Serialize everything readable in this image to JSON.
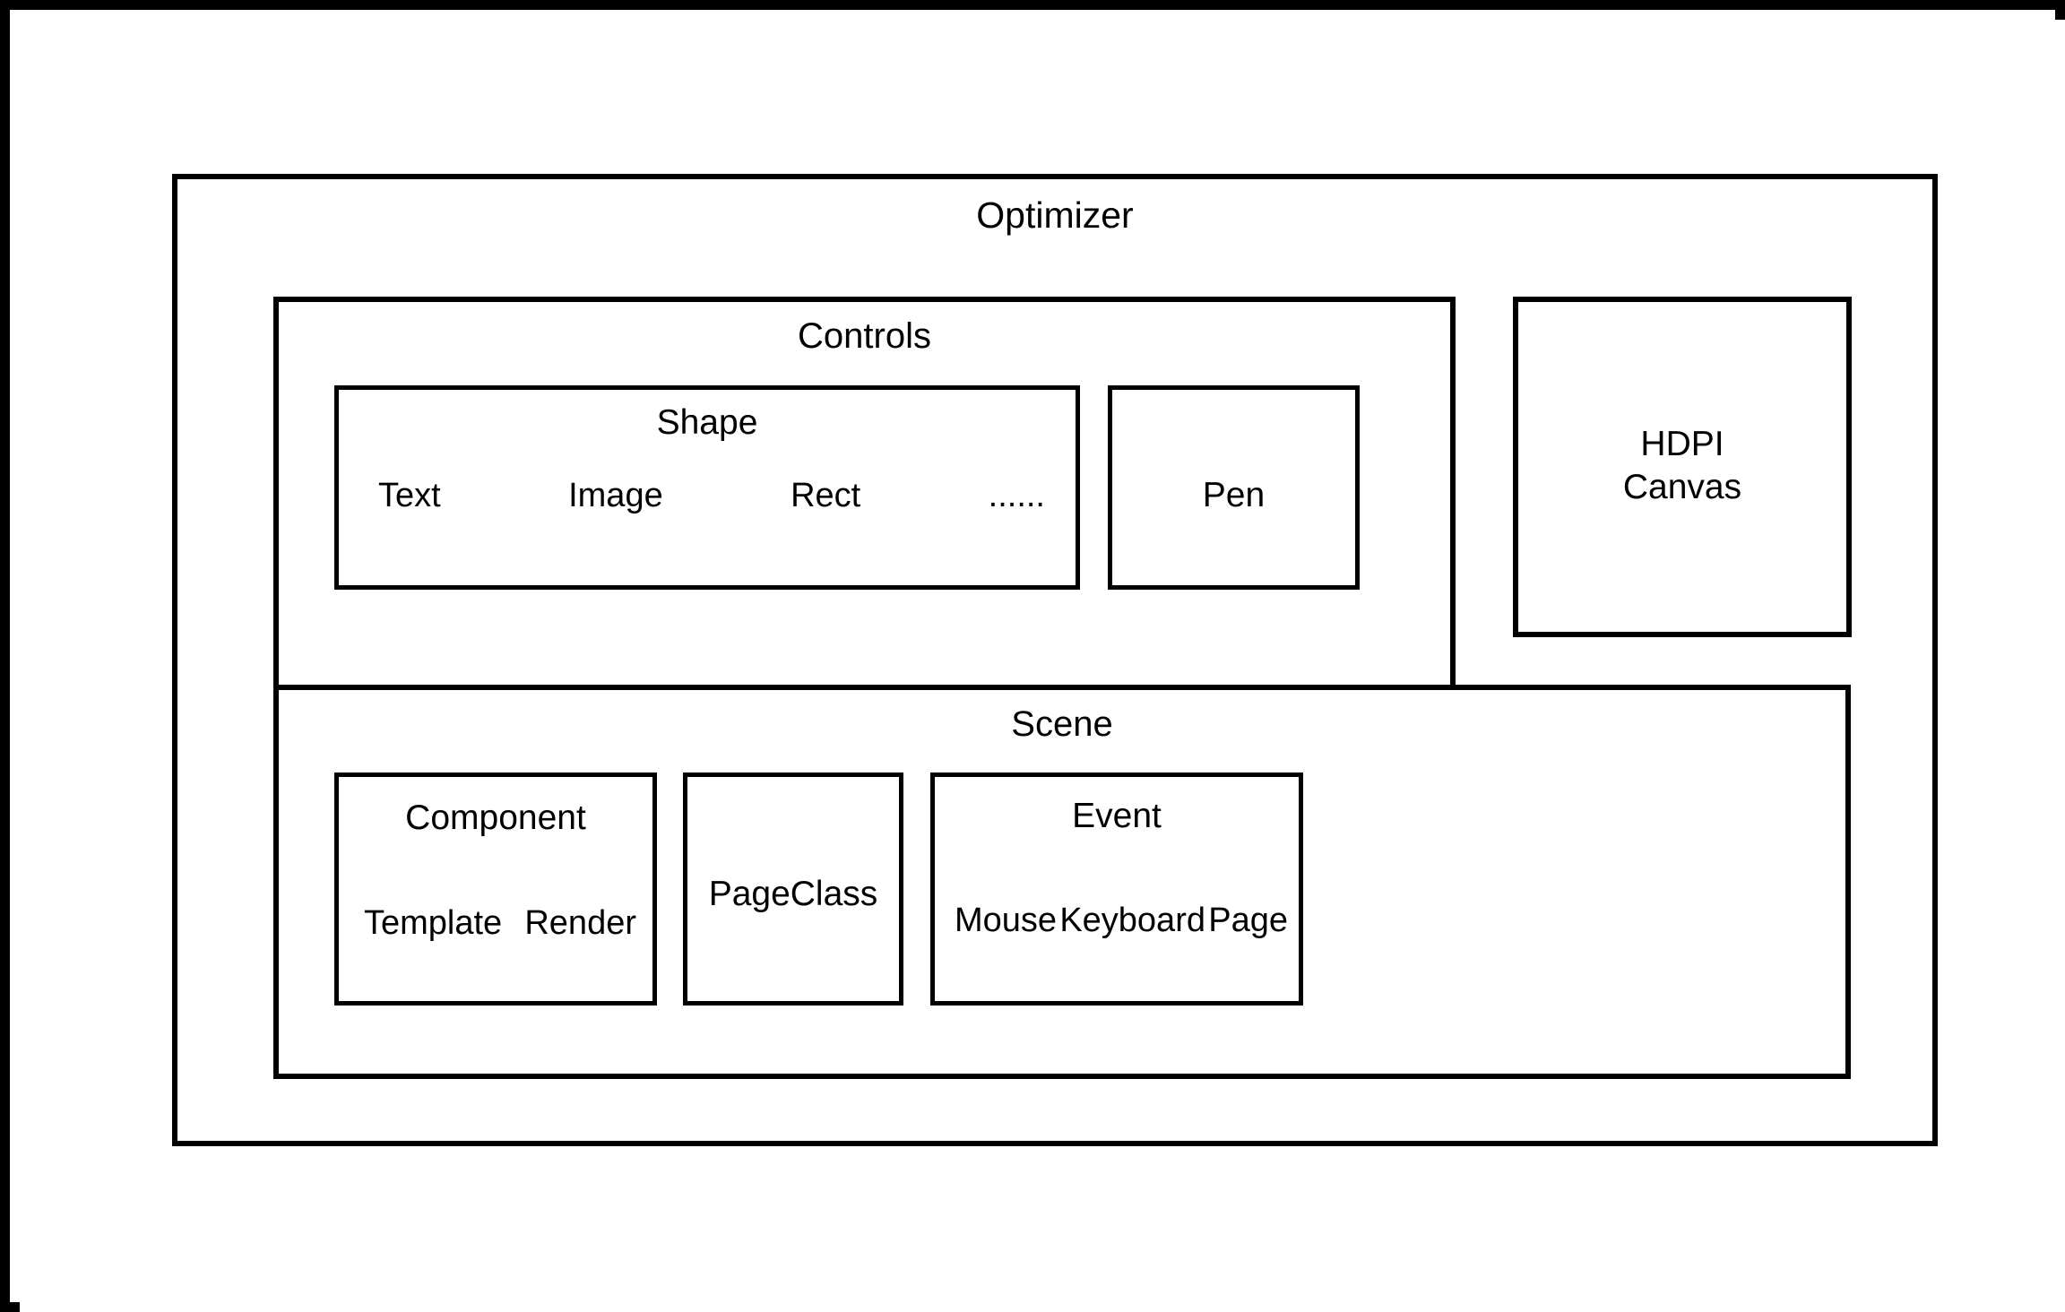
{
  "diagram": {
    "title": "Optimizer",
    "frame_color": "#000000",
    "background_color": "#ffffff",
    "root": {
      "label": "Optimizer",
      "children": [
        {
          "label": "Controls",
          "children": [
            {
              "label": "Shape",
              "leaves": [
                "Text",
                "Image",
                "Rect",
                "......"
              ]
            },
            {
              "label": "Pen",
              "leaves": []
            }
          ]
        },
        {
          "label": "HDPI\nCanvas",
          "children": []
        },
        {
          "label": "Scene",
          "children": [
            {
              "label": "Component",
              "leaves": [
                "Template",
                "Render"
              ]
            },
            {
              "label": "PageClass",
              "leaves": []
            },
            {
              "label": "Event",
              "leaves": [
                "Mouse",
                "Keyboard",
                "Page"
              ]
            }
          ]
        }
      ]
    }
  },
  "nodes": {
    "optimizer": {
      "label": "Optimizer"
    },
    "controls": {
      "label": "Controls"
    },
    "shape": {
      "label": "Shape",
      "items": [
        "Text",
        "Image",
        "Rect",
        "......"
      ]
    },
    "pen": {
      "label": "Pen"
    },
    "hdpi_canvas": {
      "label": "HDPI\nCanvas"
    },
    "scene": {
      "label": "Scene"
    },
    "component": {
      "label": "Component",
      "items": [
        "Template",
        "Render"
      ]
    },
    "pageclass": {
      "label": "PageClass"
    },
    "event": {
      "label": "Event",
      "items": [
        "Mouse",
        "Keyboard",
        "Page"
      ]
    }
  }
}
